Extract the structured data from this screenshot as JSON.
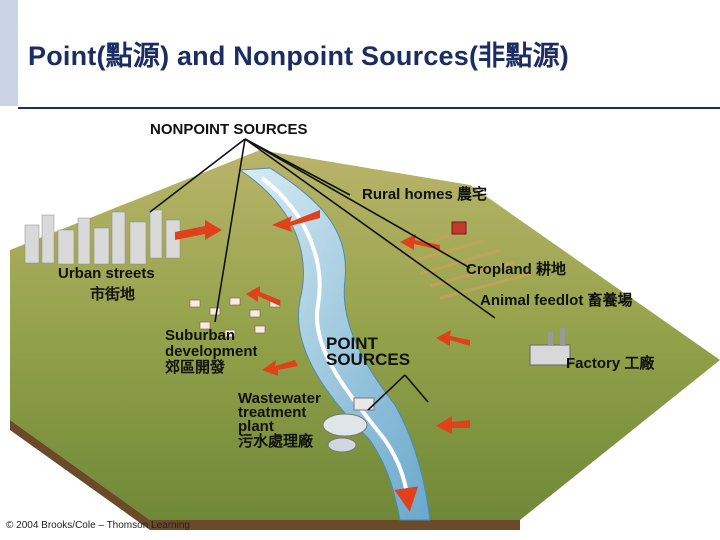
{
  "slide": {
    "title": "Point(點源) and Nonpoint Sources(非點源)",
    "copyright": "© 2004 Brooks/Cole – Thomson Learning"
  },
  "labels": {
    "nonpoint": "NONPOINT SOURCES",
    "rural": "Rural homes 農宅",
    "cropland": "Cropland 耕地",
    "urban_en": "Urban streets",
    "urban_zh": "市街地",
    "animal": "Animal feedlot 畜養場",
    "suburban_1": "Suburban",
    "suburban_2": "development",
    "suburban_zh": "郊區開發",
    "point_1": "POINT",
    "point_2": "SOURCES",
    "factory": "Factory 工廠",
    "wwtp_1": "Wastewater",
    "wwtp_2": "treatment",
    "wwtp_3": "plant",
    "wwtp_zh": "污水處理廠"
  },
  "colors": {
    "title": "#1b2d63",
    "arrow": "#e0401a",
    "river": "#7fb7d6",
    "land": "#9aa94a"
  }
}
